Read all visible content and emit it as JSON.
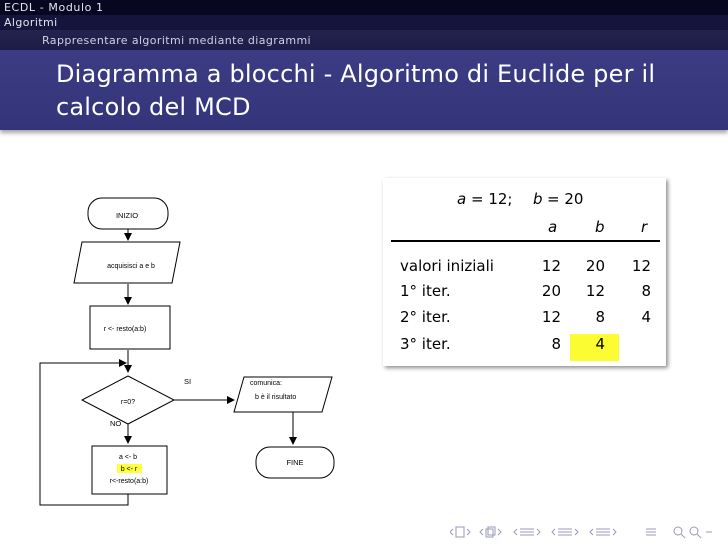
{
  "header": {
    "course": "ECDL - Modulo 1",
    "section": "Algoritmi",
    "subsection": "Rappresentare algoritmi mediante diagrammi",
    "title": "Diagramma a blocchi - Algoritmo di Euclide per il calcolo del MCD"
  },
  "flowchart": {
    "start": "INIZIO",
    "input": "acquisisci a e b",
    "remainder": "r <- resto(a:b)",
    "decision": "r=0?",
    "yes_label": "SI",
    "no_label": "NO",
    "output_line1": "comunica:",
    "output_line2": "b è il risultato",
    "assign_a": "a <- b",
    "assign_b": "b <- r",
    "assign_r": "r<-resto(a:b)",
    "end": "FINE",
    "highlight_color": "#ffff40"
  },
  "table": {
    "caption_a": "a",
    "caption_a_value": "= 12;",
    "caption_b": "b",
    "caption_b_value": "= 20",
    "columns": [
      "a",
      "b",
      "r"
    ],
    "rows": [
      {
        "label": "valori iniziali",
        "a": "12",
        "b": "20",
        "r": "12"
      },
      {
        "label": "1° iter.",
        "a": "20",
        "b": "12",
        "r": "8"
      },
      {
        "label": "2° iter.",
        "a": "12",
        "b": "8",
        "r": "4"
      },
      {
        "label": "3° iter.",
        "a": "8",
        "b": "4",
        "r": ""
      }
    ],
    "highlight_color": "#fcfc33"
  },
  "nav": {
    "icons": [
      "nav-first-icon",
      "nav-prev-frame-icon",
      "nav-next-frame-icon",
      "nav-prev-section-icon",
      "nav-next-section-icon",
      "nav-align-icon",
      "nav-search-icon"
    ],
    "color": "#9a9ab8"
  }
}
